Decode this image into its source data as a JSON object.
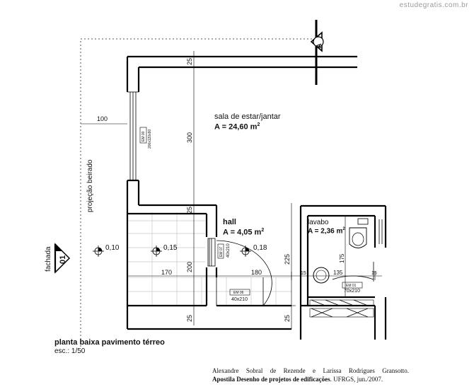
{
  "watermark": "estudegratis.com.br",
  "section_marker": "A",
  "rooms": {
    "sala": {
      "name": "sala de estar/jantar",
      "area": "A = 24,60 m",
      "unit_sup": "2"
    },
    "hall": {
      "name": "hall",
      "area": "A = 4,05 m",
      "unit_sup": "2"
    },
    "lavabo": {
      "name": "lavabo",
      "area": "A = 2,36 m",
      "unit_sup": "2"
    }
  },
  "windows": [
    {
      "code": "EM 00",
      "size": "200x120x90"
    },
    {
      "code": "EM 07",
      "size": "40x210"
    },
    {
      "code": "EM 06",
      "size": "40x210"
    },
    {
      "code": "EM 01",
      "size": "70x210"
    }
  ],
  "levels": [
    "0,10",
    "0,15",
    "0,18"
  ],
  "dimensions": {
    "d_100": "100",
    "d_25_top": "25",
    "d_300": "300",
    "d_25_mid": "25",
    "d_200": "200",
    "d_25_bottom": "25",
    "d_170": "170",
    "d_180": "180",
    "d_15_a": "15",
    "d_135": "135",
    "d_15_b": "15",
    "d_225": "225",
    "d_175": "175",
    "d_25_right": "25"
  },
  "labels": {
    "eave": "projeção beirado",
    "facade": "fachada",
    "facade_marker": "01"
  },
  "title": "planta baixa pavimento térreo",
  "scale": "esc.: 1/50",
  "credit": {
    "line1": "Alexandre Sobral de Rezende e Larissa Rodrigues Gransotto.",
    "line2_bold": "Apostila Desenho de projetos de edificações",
    "line2_rest": ". UFRGS, jun./2007."
  }
}
